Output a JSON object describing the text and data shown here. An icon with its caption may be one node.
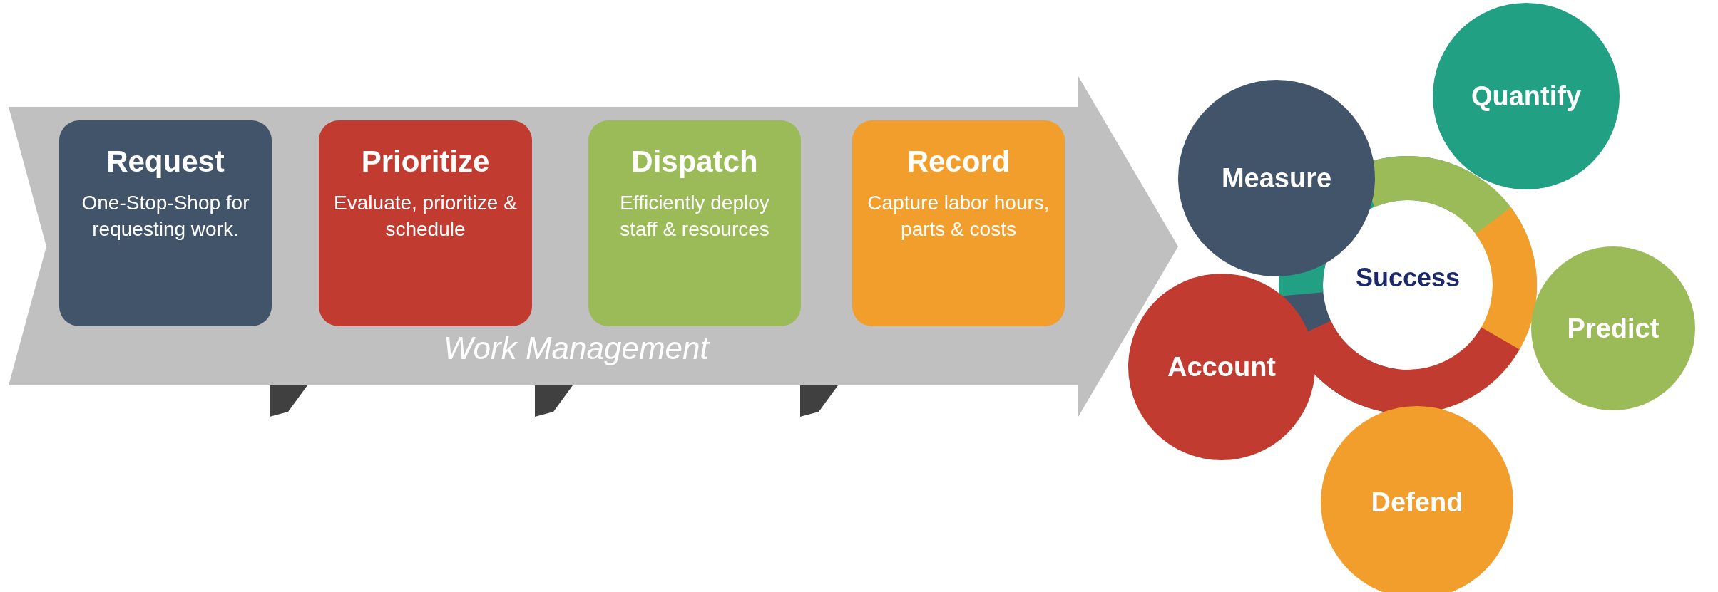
{
  "diagram": {
    "nodes": [
      {
        "text": [
          "Work Management"
        ]
      },
      {
        "text": [
          "Request",
          "One-Stop-Shop for requesting work."
        ],
        "in": 0
      },
      {
        "text": [
          "Prioritize",
          "Evaluate, prioritize & schedule"
        ],
        "in": 0
      },
      {
        "text": [
          "Dispatch",
          "Efficiently deploy staff & resources"
        ],
        "in": 0
      },
      {
        "text": [
          "Record",
          "Capture labor hours, parts & costs"
        ],
        "in": 0
      },
      {
        "text": [
          "Measure"
        ]
      },
      {
        "text": [
          "Quantify"
        ]
      },
      {
        "text": [
          "Predict"
        ]
      },
      {
        "text": [
          "Defend"
        ]
      },
      {
        "text": [
          "Account"
        ]
      }
    ],
    "labels": [
      "Success"
    ]
  }
}
